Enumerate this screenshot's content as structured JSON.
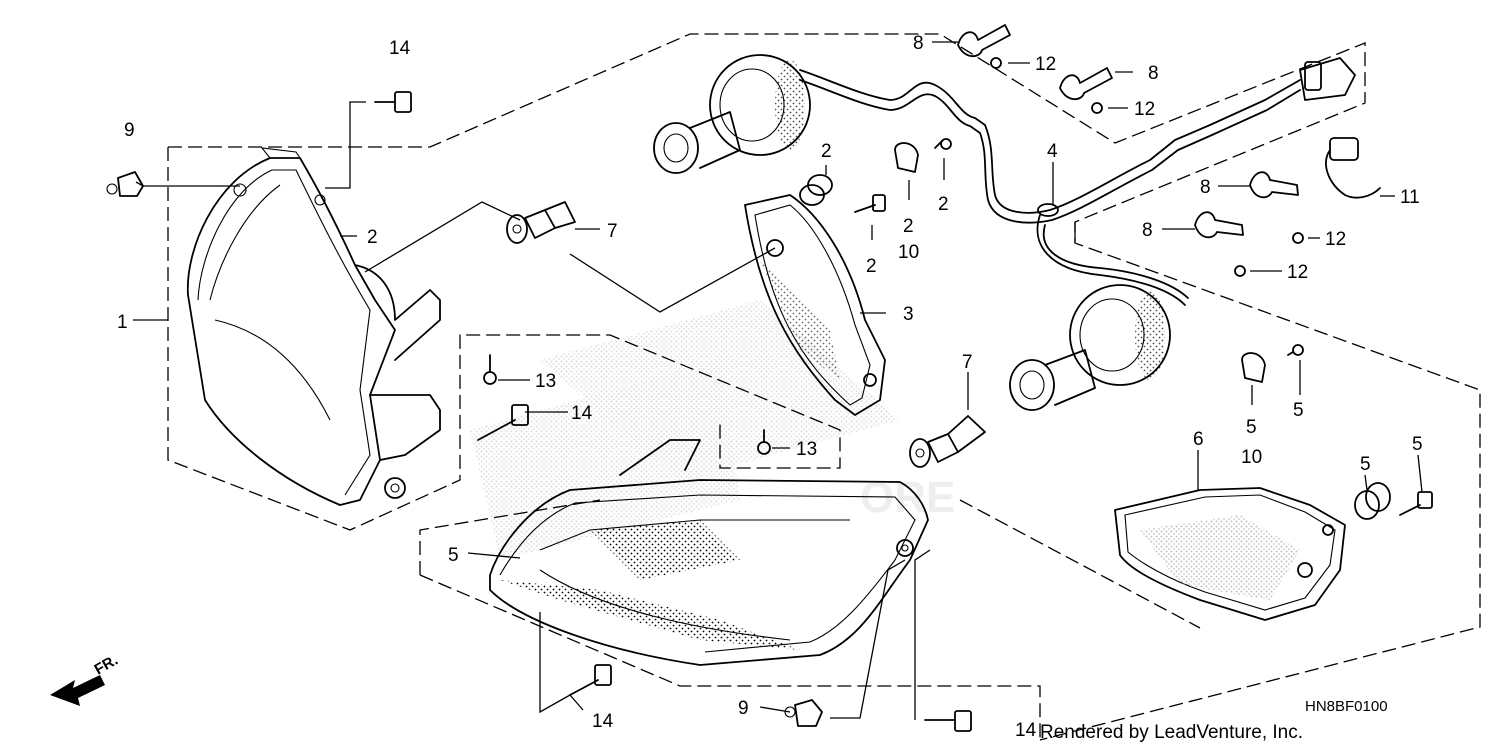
{
  "diagram": {
    "drawing_code": "HN8BF0100",
    "credit": "Rendered by LeadVenture, Inc.",
    "front_arrow_label": "FR.",
    "watermark_text": "ORE",
    "callouts": {
      "c1": "1",
      "c2a": "2",
      "c2b": "2",
      "c2c": "2",
      "c2d": "2",
      "c2e": "2",
      "c3": "3",
      "c4": "4",
      "c5a": "5",
      "c5b": "5",
      "c5c": "5",
      "c5d": "5",
      "c5e": "5",
      "c6": "6",
      "c7a": "7",
      "c7b": "7",
      "c8a": "8",
      "c8b": "8",
      "c8c": "8",
      "c8d": "8",
      "c9a": "9",
      "c9b": "9",
      "c10a": "10",
      "c10b": "10",
      "c11": "11",
      "c12a": "12",
      "c12b": "12",
      "c12c": "12",
      "c12d": "12",
      "c13a": "13",
      "c13b": "13",
      "c14a": "14",
      "c14b": "14",
      "c14c": "14",
      "c14d": "14"
    }
  }
}
